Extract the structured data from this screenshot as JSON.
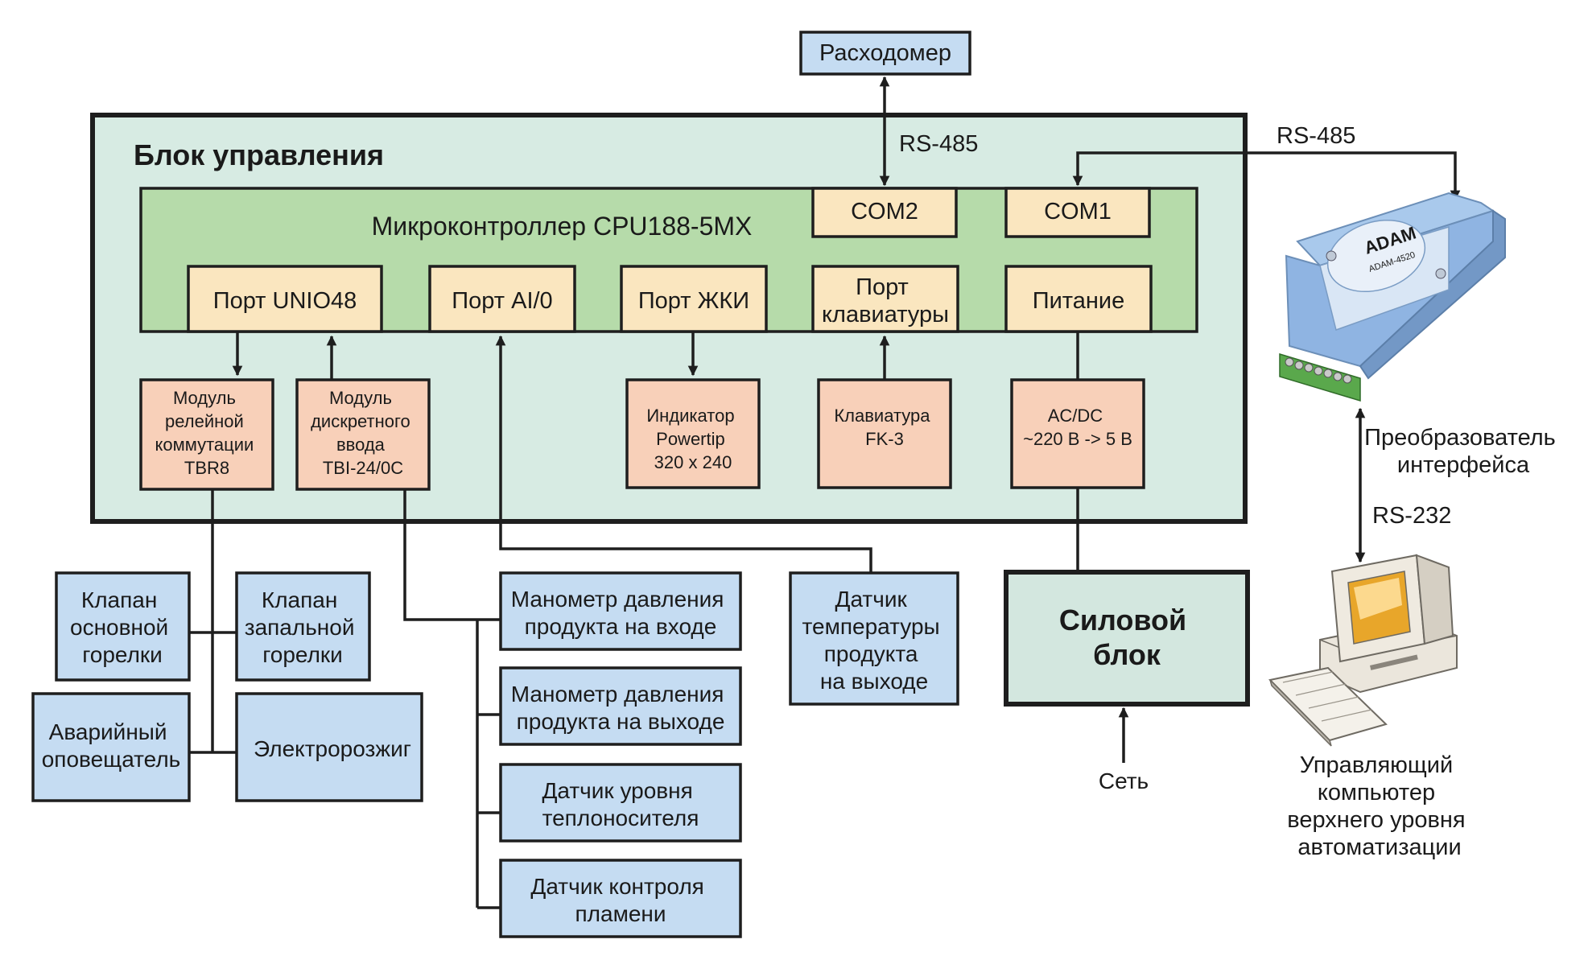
{
  "rashodomer": "Расходомер",
  "rs485_top": "RS-485",
  "rs485_right": "RS-485",
  "rs232": "RS-232",
  "control_block": {
    "title": "Блок управления",
    "mc_title": "Микроконтроллер CPU188-5MX",
    "com2": "COM2",
    "com1": "COM1",
    "ports": {
      "unio": "Порт UNIO48",
      "aio": "Порт AI/0",
      "lcd": "Порт ЖКИ",
      "kbd": [
        "Порт",
        "клавиатуры"
      ],
      "power": "Питание"
    },
    "modules": {
      "tbr8": [
        "Модуль",
        "релейной",
        "коммутации",
        "TBR8"
      ],
      "tbi": [
        "Модуль",
        "дискретного",
        "ввода",
        "TBI-24/0C"
      ],
      "indicator": [
        "Индикатор",
        "Powertip",
        "320 x 240"
      ],
      "keyboard": [
        "Клавиатура",
        "FK-3"
      ],
      "acdc": [
        "AC/DC",
        "~220 В -> 5 В"
      ]
    }
  },
  "devices": {
    "valve_main": [
      "Клапан",
      "основной",
      "горелки"
    ],
    "valve_pilot": [
      "Клапан",
      "запальной",
      "горелки"
    ],
    "alarm": [
      "Аварийный",
      "оповещатель"
    ],
    "ignition": [
      "Электророзжиг"
    ],
    "mano_in": [
      "Манометр давления",
      "продукта на входе"
    ],
    "mano_out": [
      "Манометр давления",
      "продукта на выходе"
    ],
    "level": [
      "Датчик уровня",
      "теплоносителя"
    ],
    "flame": [
      "Датчик контроля",
      "пламени"
    ],
    "temp": [
      "Датчик",
      "температуры",
      "продукта",
      "на выходе"
    ]
  },
  "power_block": [
    "Силовой",
    "блок"
  ],
  "network": "Сеть",
  "converter": {
    "label": [
      "Преобразователь",
      "интерфейса"
    ],
    "brand": "ADAM",
    "model": "ADAM-4520"
  },
  "computer": [
    "Управляющий",
    "компьютер",
    "верхнего уровня",
    "автоматизации"
  ],
  "colors": {
    "blue_box": "#c5dcf2",
    "cream_box": "#fae6bf",
    "salmon_box": "#f8d0b9",
    "outer_block": "#d7ebe3",
    "mc_block": "#b6dbaa",
    "power_block": "#d3e7df",
    "stroke": "#1e1e1e"
  }
}
